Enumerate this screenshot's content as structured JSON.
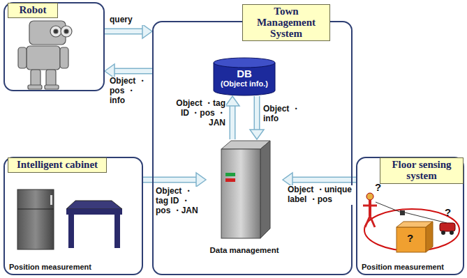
{
  "diagram": {
    "nodes": [
      {
        "text": [
          "Robot"
        ]
      },
      {
        "text": [
          "Town Management System"
        ]
      },
      {
        "text": [
          "DB",
          "(Object info.)"
        ],
        "in": 1
      },
      {
        "text": [
          "Data management"
        ],
        "in": 1
      },
      {
        "text": [
          "Intelligent cabinet",
          "Position measurement"
        ]
      },
      {
        "text": [
          "Floor sensing system",
          "Position measurement"
        ]
      }
    ],
    "edges": [
      {
        "from": 0,
        "to": 1,
        "label": "query",
        "arrow": "to"
      },
      {
        "from": 1,
        "to": 0,
        "label": "Object ・pos ・info",
        "arrow": "to"
      },
      {
        "from": 4,
        "to": 3,
        "label": "Object ・tag ID ・pos ・JAN",
        "arrow": "to"
      },
      {
        "from": 5,
        "to": 3,
        "label": "Object ・unique label ・pos",
        "arrow": "to"
      },
      {
        "from": 3,
        "to": 2,
        "label": "Object ・tag ID ・pos ・JAN",
        "arrow": "to"
      },
      {
        "from": 2,
        "to": 3,
        "label": "Object ・info",
        "arrow": "to"
      }
    ],
    "labels": [
      "?",
      "?",
      "?"
    ]
  }
}
